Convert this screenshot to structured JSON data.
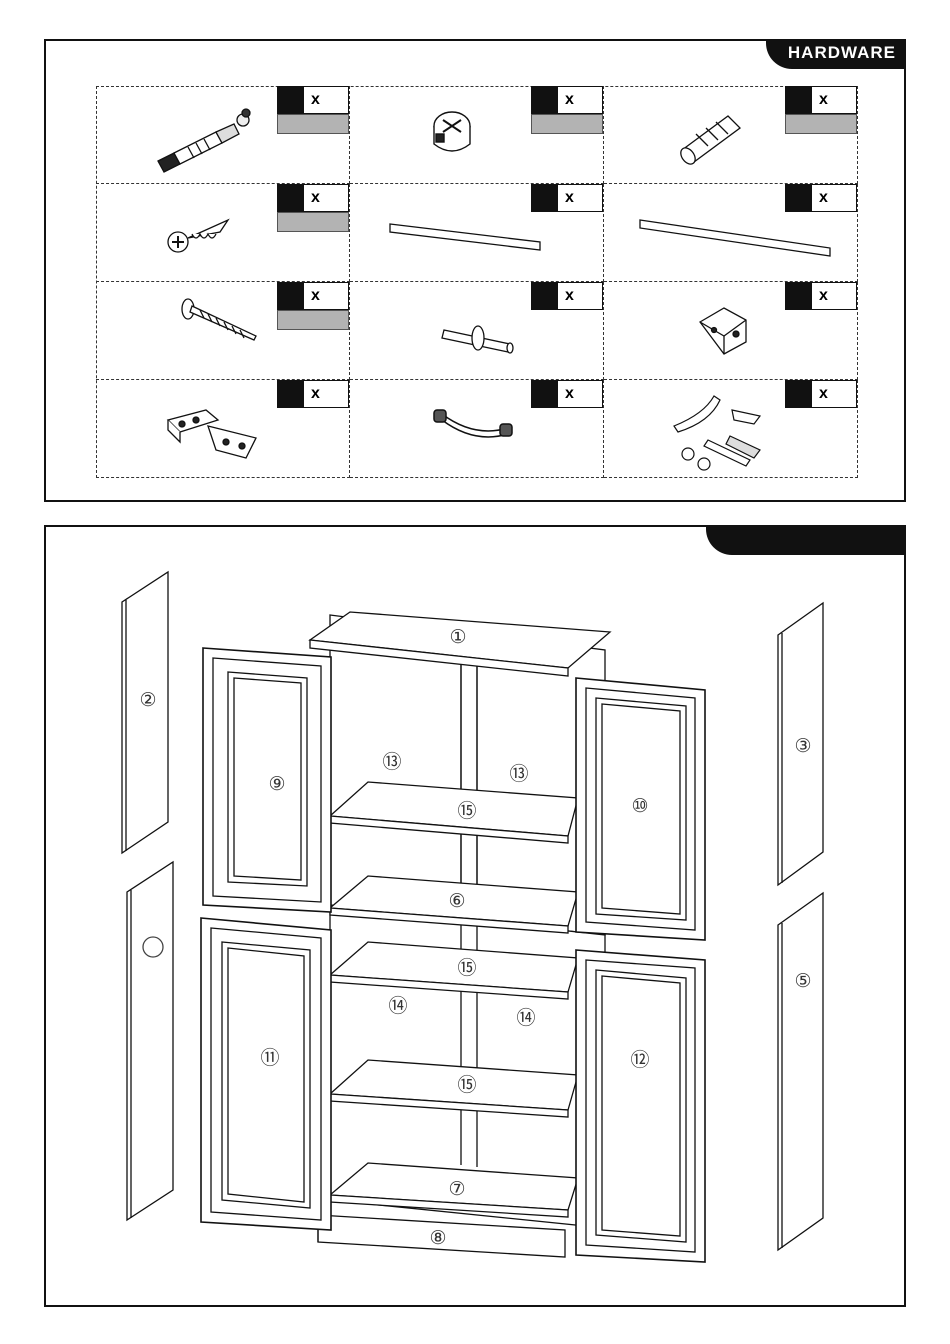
{
  "hardware": {
    "title": "HARDWARE",
    "items": [
      {
        "icon": "cam-bolt-icon",
        "qty_mark": "x",
        "has_gray": true
      },
      {
        "icon": "cam-lock-icon",
        "qty_mark": "x",
        "has_gray": true
      },
      {
        "icon": "wood-dowel-icon",
        "qty_mark": "x",
        "has_gray": true
      },
      {
        "icon": "short-screw-icon",
        "qty_mark": "x",
        "has_gray": true
      },
      {
        "icon": "short-rail-icon",
        "qty_mark": "x",
        "has_gray": false
      },
      {
        "icon": "long-rail-icon",
        "qty_mark": "x",
        "has_gray": false
      },
      {
        "icon": "long-screw-icon",
        "qty_mark": "x",
        "has_gray": true
      },
      {
        "icon": "shelf-pin-icon",
        "qty_mark": "x",
        "has_gray": false
      },
      {
        "icon": "corner-bracket-icon",
        "qty_mark": "x",
        "has_gray": false
      },
      {
        "icon": "hinge-icon",
        "qty_mark": "x",
        "has_gray": false
      },
      {
        "icon": "handle-icon",
        "qty_mark": "x",
        "has_gray": false
      },
      {
        "icon": "anti-tip-kit-icon",
        "qty_mark": "x",
        "has_gray": false
      }
    ]
  },
  "parts": {
    "title": "",
    "labels": {
      "p1": "①",
      "p2": "②",
      "p3": "③",
      "p4": "",
      "p5": "⑤",
      "p6": "⑥",
      "p7": "⑦",
      "p8": "⑧",
      "p9": "⑨",
      "p10": "⑩",
      "p11": "⑪",
      "p12": "⑫",
      "p13a": "⑬",
      "p13b": "⑬",
      "p14a": "⑭",
      "p14b": "⑭",
      "p15a": "⑮",
      "p15b": "⑮",
      "p15c": "⑮"
    }
  }
}
